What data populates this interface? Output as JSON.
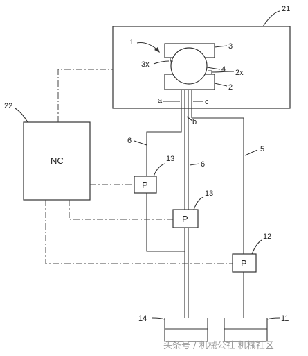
{
  "labels": {
    "ref_21": "21",
    "ref_1": "1",
    "ref_3x": "3x",
    "ref_3": "3",
    "ref_4": "4",
    "ref_2x": "2x",
    "ref_2": "2",
    "port_a": "a",
    "port_b": "b",
    "port_c": "c",
    "ref_22": "22",
    "nc": "NC",
    "ref_6_left": "6",
    "ref_6_center": "6",
    "ref_5": "5",
    "ref_13_top": "13",
    "ref_13_mid": "13",
    "ref_12": "12",
    "pump_p1": "P",
    "pump_p2": "P",
    "pump_p3": "P",
    "ref_14": "14",
    "ref_11": "11"
  },
  "watermark": "头条号 / 机械公社 机械社区"
}
